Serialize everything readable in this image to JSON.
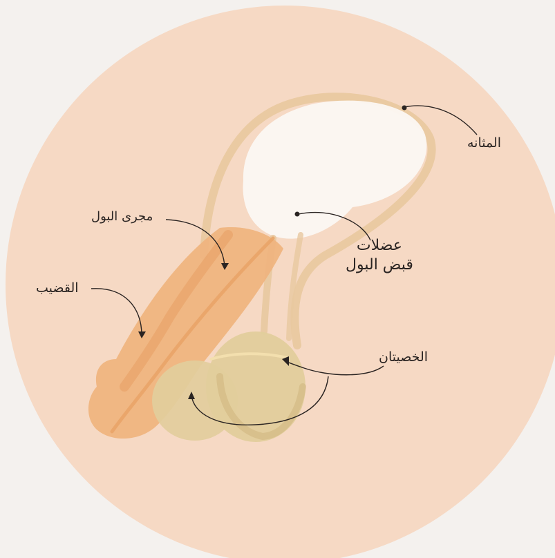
{
  "labels": {
    "bladder": "المثانه",
    "urethra": "مجرى البول",
    "muscle_line1": "عضلات",
    "muscle_line2": "قبض البول",
    "penis": "القضيب",
    "testes": "الخصيتان"
  },
  "colors": {
    "background": "#f4f1ee",
    "disc": "#f6d9c4",
    "penis": "#efb47e",
    "penis_dark": "#e49a5c",
    "testes": "#e2cd9c",
    "testes_dark": "#cdb27a",
    "bladder": "#fbf7f2",
    "outline": "#e7c79c",
    "line": "#2a2422"
  }
}
